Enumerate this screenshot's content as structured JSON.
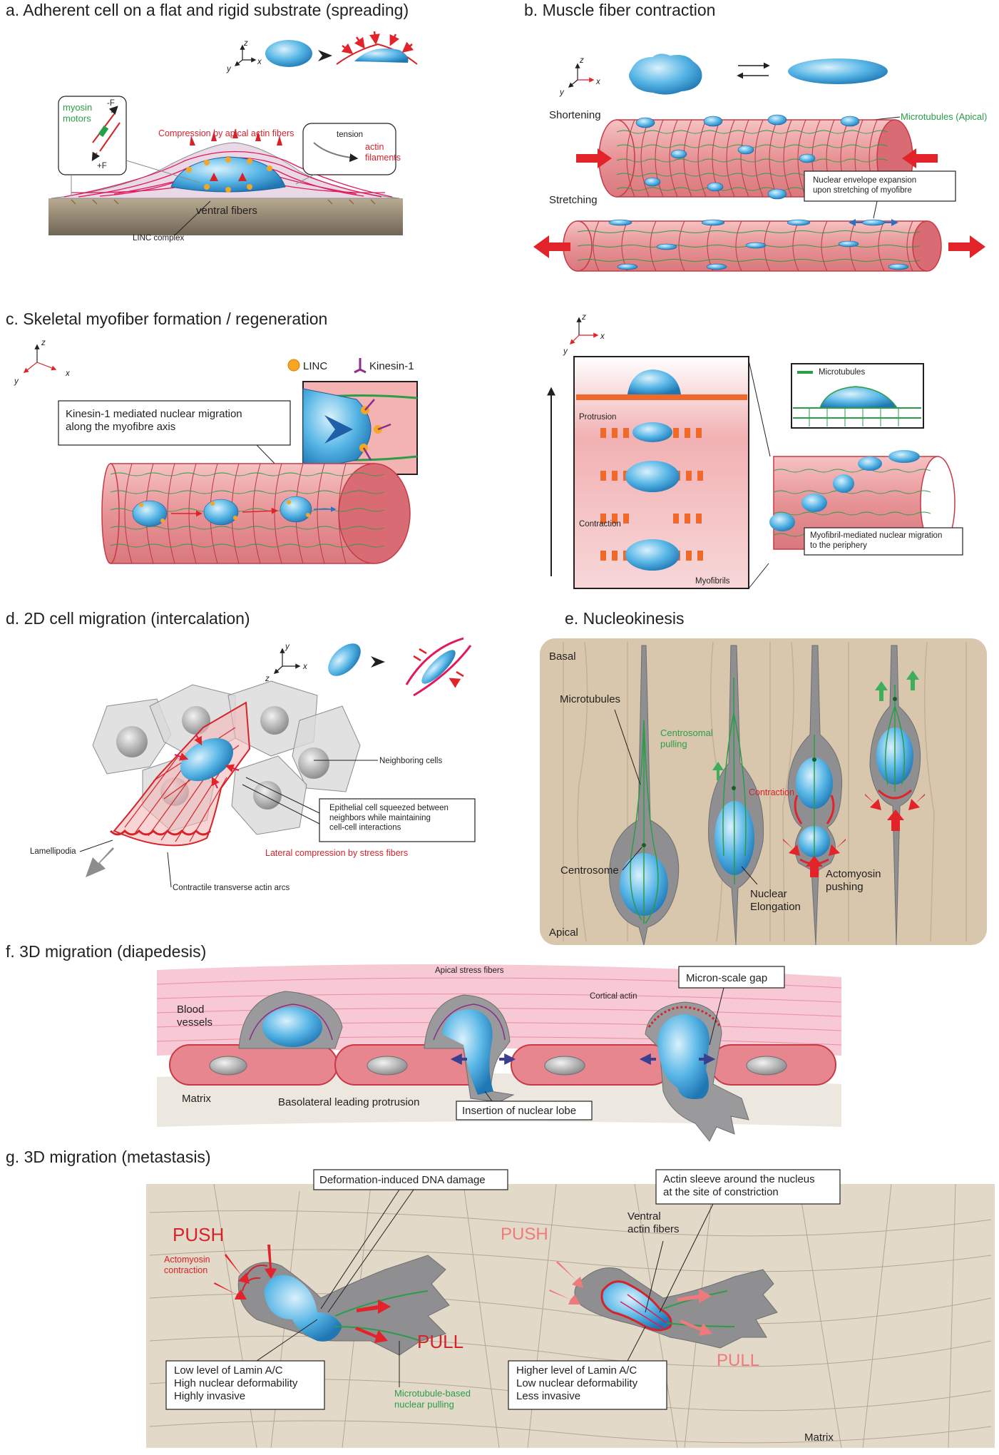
{
  "panels": {
    "a": {
      "title": "a. Adherent cell on a flat and rigid substrate (spreading)",
      "axes": [
        "z",
        "y",
        "x"
      ],
      "myosin": "myosin\nmotors",
      "minus_f": "-F",
      "plus_f": "+F",
      "compression": "Compression by apical actin fibers",
      "tension": "tension",
      "actin_filaments": "actin\nfilaments",
      "ventral": "ventral fibers",
      "linc": "LINC complex"
    },
    "b": {
      "title": "b. Muscle fiber contraction",
      "axes": [
        "z",
        "y",
        "x"
      ],
      "shortening": "Shortening",
      "stretching": "Stretching",
      "microtubules": "Microtubules (Apical)",
      "envelope": "Nuclear envelope expansion\nupon stretching of myofibre"
    },
    "c": {
      "title": "c. Skeletal myofiber formation / regeneration",
      "axes": [
        "z",
        "y",
        "x"
      ],
      "linc": "LINC",
      "kinesin": "Kinesin-1",
      "migration": "Kinesin-1 mediated nuclear migration\nalong the myofibre axis",
      "protrusion": "Protrusion",
      "contraction": "Contraction",
      "myofibrils": "Myofibrils",
      "microtubules": "Microtubules",
      "myofibril_migration": "Myofibril-mediated nuclear migration\nto the periphery"
    },
    "d": {
      "title": "d. 2D cell migration (intercalation)",
      "axes": [
        "y",
        "z",
        "x"
      ],
      "neighboring": "Neighboring cells",
      "squeezed": "Epithelial cell squeezed between\nneighbors while maintaining\ncell-cell interactions",
      "lamellipodia": "Lamellipodia",
      "lateral": "Lateral compression by stress fibers",
      "arcs": "Contractile transverse actin arcs"
    },
    "e": {
      "title": "e. Nucleokinesis",
      "basal": "Basal",
      "apical": "Apical",
      "microtubules": "Microtubules",
      "centrosomal": "Centrosomal\npulling",
      "contraction": "Contraction",
      "centrosome": "Centrosome",
      "elongation": "Nuclear\nElongation",
      "actomyosin": "Actomyosin\npushing"
    },
    "f": {
      "title": "f. 3D migration (diapedesis)",
      "blood": "Blood\nvessels",
      "matrix": "Matrix",
      "apical_fibers": "Apical stress fibers",
      "cortical": "Cortical actin",
      "gap": "Micron-scale gap",
      "basolateral": "Basolateral leading protrusion",
      "insertion": "Insertion of nuclear lobe"
    },
    "g": {
      "title": "g. 3D migration (metastasis)",
      "dna": "Deformation-induced DNA damage",
      "sleeve": "Actin sleeve around the nucleus\nat the site of constriction",
      "push": "PUSH",
      "pull": "PULL",
      "actomyosin": "Actomyosin\ncontraction",
      "ventral": "Ventral\nactin fibers",
      "low": "Low level of Lamin A/C\nHigh nuclear deformability\nHighly invasive",
      "high": "Higher level of Lamin A/C\nLow nuclear deformability\nLess invasive",
      "microtubule": "Microtubule-based\nnuclear pulling",
      "matrix": "Matrix"
    }
  },
  "colors": {
    "nucleus": "#3aa0d8",
    "membrane": "#d6232a",
    "actin": "#e2185b",
    "microtubule": "#2a9d48",
    "muscle": "#e8878e",
    "cell_gray": "#9a9a9c",
    "tissue": "#d7c9b0"
  }
}
